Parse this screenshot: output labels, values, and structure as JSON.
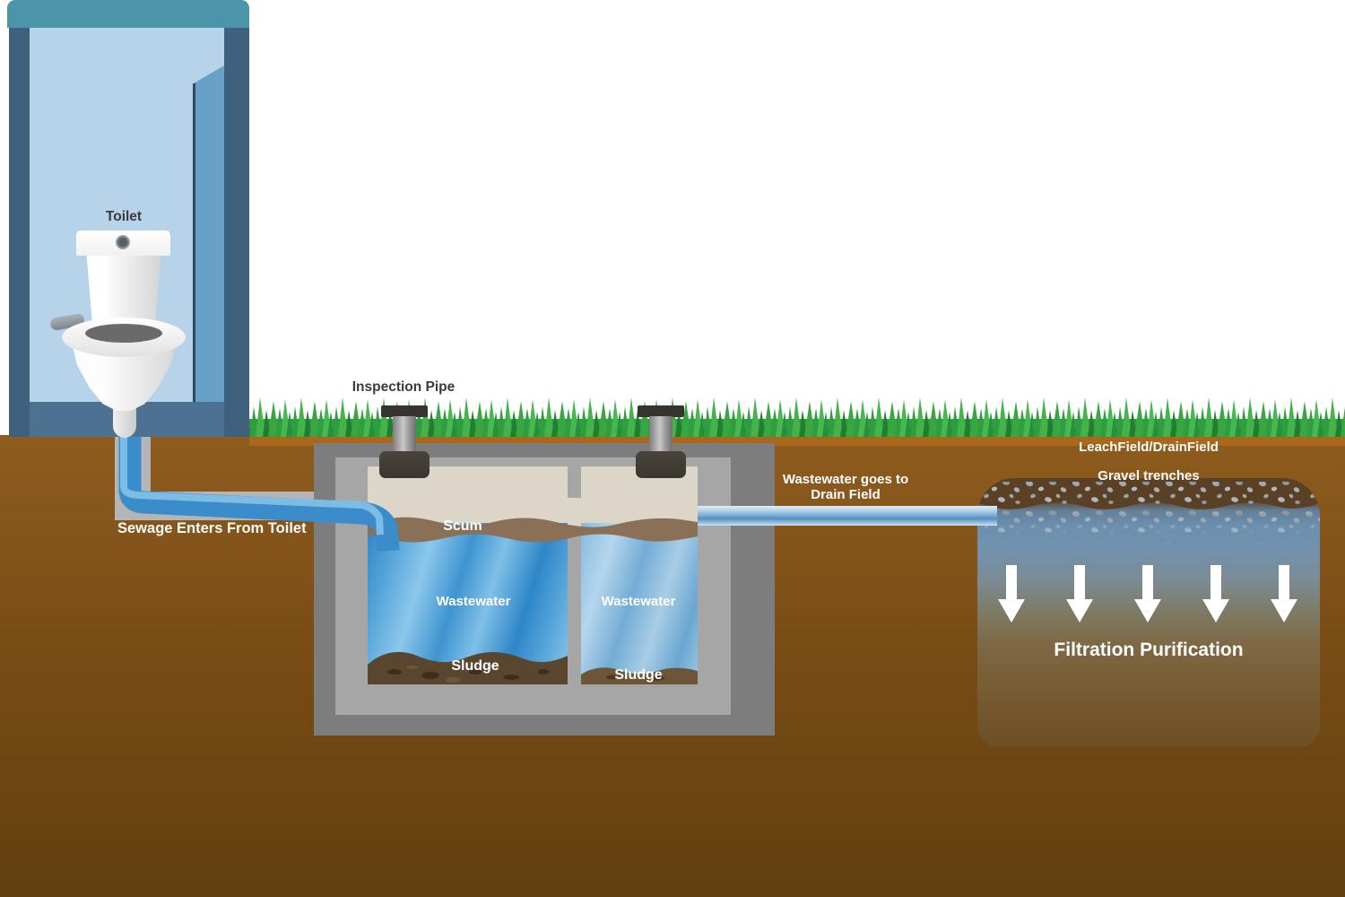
{
  "diagram": {
    "toilet": {
      "label": "Toilet"
    },
    "inspection_pipe": {
      "label": "Inspection Pipe"
    },
    "inlet_pipe": {
      "label": "Sewage Enters From Toilet"
    },
    "septic_tank": {
      "scum_label": "Scum",
      "chambers": [
        {
          "wastewater_label": "Wastewater",
          "sludge_label": "Sludge"
        },
        {
          "wastewater_label": "Wastewater",
          "sludge_label": "Sludge"
        }
      ]
    },
    "outlet_pipe": {
      "label_line1": "Wastewater goes to",
      "label_line2": "Drain Field"
    },
    "drain_field": {
      "heading": "LeachField/DrainField",
      "gravel_label": "Gravel trenches",
      "process_label": "Filtration Purification",
      "arrow_count": 5
    },
    "colors": {
      "roof_teal": "#4b94a9",
      "wall_blue": "#3f617e",
      "room_interior_blue": "#b6d3ea",
      "water_blue": "#3a8ccb",
      "tank_gray_dark": "#7d7d7d",
      "tank_gray_light": "#a6a6a6",
      "tank_headspace_cream": "#dcd6c8",
      "scum_brown": "#8a7057",
      "sludge_brown": "#5c4730",
      "soil_brown_top": "#8f5c1e",
      "soil_brown_bottom": "#624010",
      "grass_green": "#2f9e3e"
    }
  }
}
